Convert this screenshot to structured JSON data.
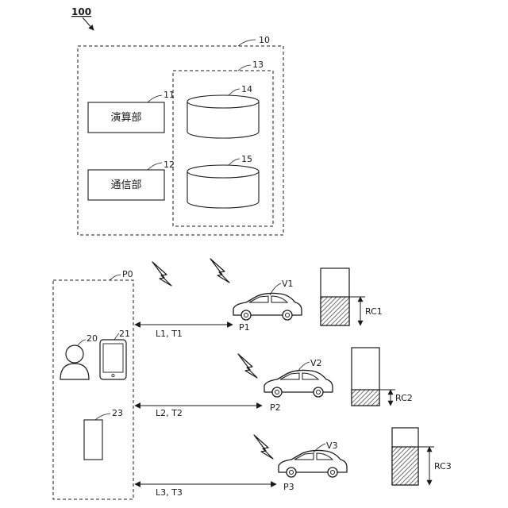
{
  "figure": {
    "reference": "100",
    "server": {
      "ref": "10",
      "compute_unit": {
        "ref": "11",
        "label": "演算部"
      },
      "comm_unit": {
        "ref": "12",
        "label": "通信部"
      },
      "storage": {
        "ref": "13",
        "db1": "14",
        "db2": "15"
      }
    },
    "site": {
      "ref": "P0",
      "person": "20",
      "phone": "21",
      "device": "23"
    },
    "vehicles": [
      {
        "ref": "V1",
        "position": "P1",
        "link": "L1, T1",
        "gauge": "RC1",
        "level": 0.5
      },
      {
        "ref": "V2",
        "position": "P2",
        "link": "L2, T2",
        "gauge": "RC2",
        "level": 0.28
      },
      {
        "ref": "V3",
        "position": "P3",
        "link": "L3, T3",
        "gauge": "RC3",
        "level": 0.67
      }
    ],
    "colors": {
      "line": "#1a1a1a",
      "hatch": "#333333",
      "fill": "#ffffff"
    }
  }
}
